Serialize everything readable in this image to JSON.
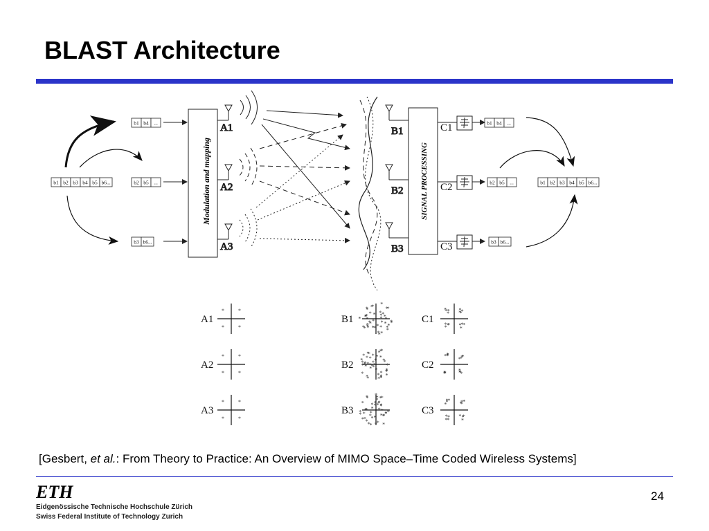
{
  "slide": {
    "title": "BLAST Architecture",
    "citation_prefix": "[Gesbert, ",
    "citation_italic": "et al.",
    "citation_suffix": ": From Theory to Practice: An Overview of MIMO Space–Time Coded Wireless Systems]",
    "page_number": "24"
  },
  "footer": {
    "logo_text": "ETH",
    "line1": "Eidgenössische Technische Hochschule Zürich",
    "line2": "Swiss Federal Institute of Technology Zurich"
  },
  "diagram": {
    "input_stream": [
      "b1",
      "b2",
      "b3",
      "b4",
      "b5",
      "b6..."
    ],
    "sub_streams": [
      [
        "b1",
        "b4",
        "..."
      ],
      [
        "b2",
        "b5",
        "..."
      ],
      [
        "b3",
        "b6..."
      ]
    ],
    "modulation_label": "Modulation and mapping",
    "tx_antennas": [
      "A1",
      "A2",
      "A3"
    ],
    "rx_antennas": [
      "B1",
      "B2",
      "B3"
    ],
    "signal_processing_label": "SIGNAL PROCESSING",
    "detector_outputs": [
      "C1",
      "C2",
      "C3"
    ],
    "out_streams": [
      [
        "b1",
        "b4",
        "..."
      ],
      [
        "b2",
        "b5",
        "..."
      ],
      [
        "b3",
        "b6..."
      ]
    ],
    "output_stream": [
      "b1",
      "b2",
      "b3",
      "b4",
      "b5",
      "b6..."
    ],
    "constellation_labels": {
      "transmit": [
        "A1",
        "A2",
        "A3"
      ],
      "received": [
        "B1",
        "B2",
        "B3"
      ],
      "processed": [
        "C1",
        "C2",
        "C3"
      ]
    },
    "line_color": "#222222"
  }
}
